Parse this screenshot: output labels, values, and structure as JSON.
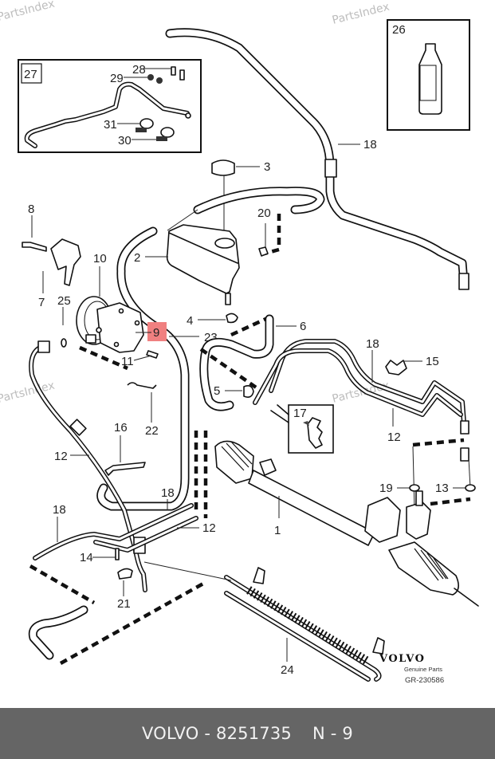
{
  "watermarks": [
    "PartsIndex",
    "PartsIndex",
    "PartsIndex",
    "PartsIndex"
  ],
  "diagram": {
    "highlighted_callout": "9",
    "highlight_color": "#f08080",
    "callouts": {
      "c1": "1",
      "c2": "2",
      "c3": "3",
      "c4": "4",
      "c5": "5",
      "c6": "6",
      "c7": "7",
      "c8": "8",
      "c9": "9",
      "c10": "10",
      "c11": "11",
      "c12a": "12",
      "c12b": "12",
      "c12c": "12",
      "c13": "13",
      "c14": "14",
      "c15": "15",
      "c16": "16",
      "c17": "17",
      "c18a": "18",
      "c18b": "18",
      "c18c": "18",
      "c18d": "18",
      "c19": "19",
      "c20": "20",
      "c21": "21",
      "c22": "22",
      "c23": "23",
      "c24": "24",
      "c25": "25",
      "c26": "26",
      "c27": "27",
      "c28": "28",
      "c29": "29",
      "c30": "30",
      "c31": "31"
    },
    "brand_logo": "VOLVO",
    "brand_subtitle": "Genuine Parts",
    "drawing_number": "GR-230586"
  },
  "footer": {
    "brand": "VOLVO",
    "separator": "-",
    "part_number": "8251735",
    "position_prefix": "N",
    "position_number": "9"
  }
}
